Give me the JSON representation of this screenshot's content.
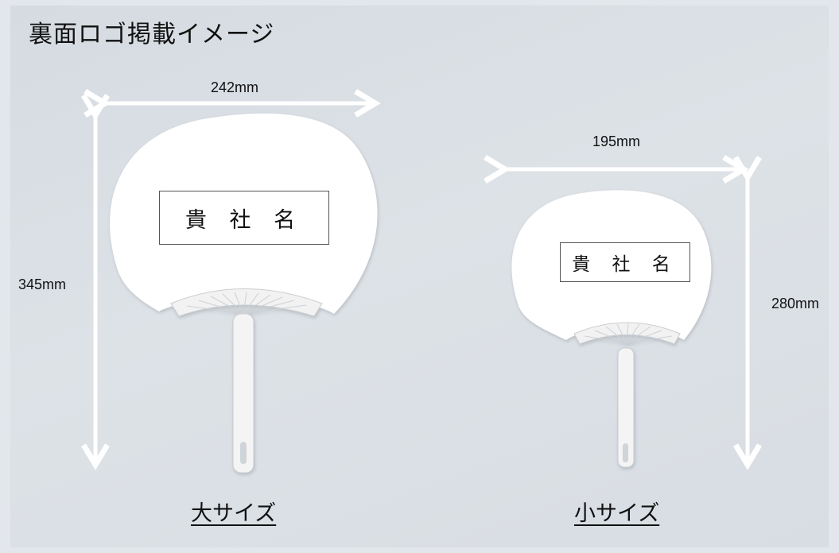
{
  "heading": "裏面ロゴ掲載イメージ",
  "large": {
    "width_label": "242mm",
    "height_label": "345mm",
    "logo_text": "貴 社 名",
    "size_label": "大サイズ"
  },
  "small": {
    "width_label": "195mm",
    "height_label": "280mm",
    "logo_text": "貴 社 名",
    "size_label": "小サイズ"
  },
  "colors": {
    "background": "#dde2e7",
    "fan": "#ffffff",
    "arrow": "#ffffff"
  }
}
